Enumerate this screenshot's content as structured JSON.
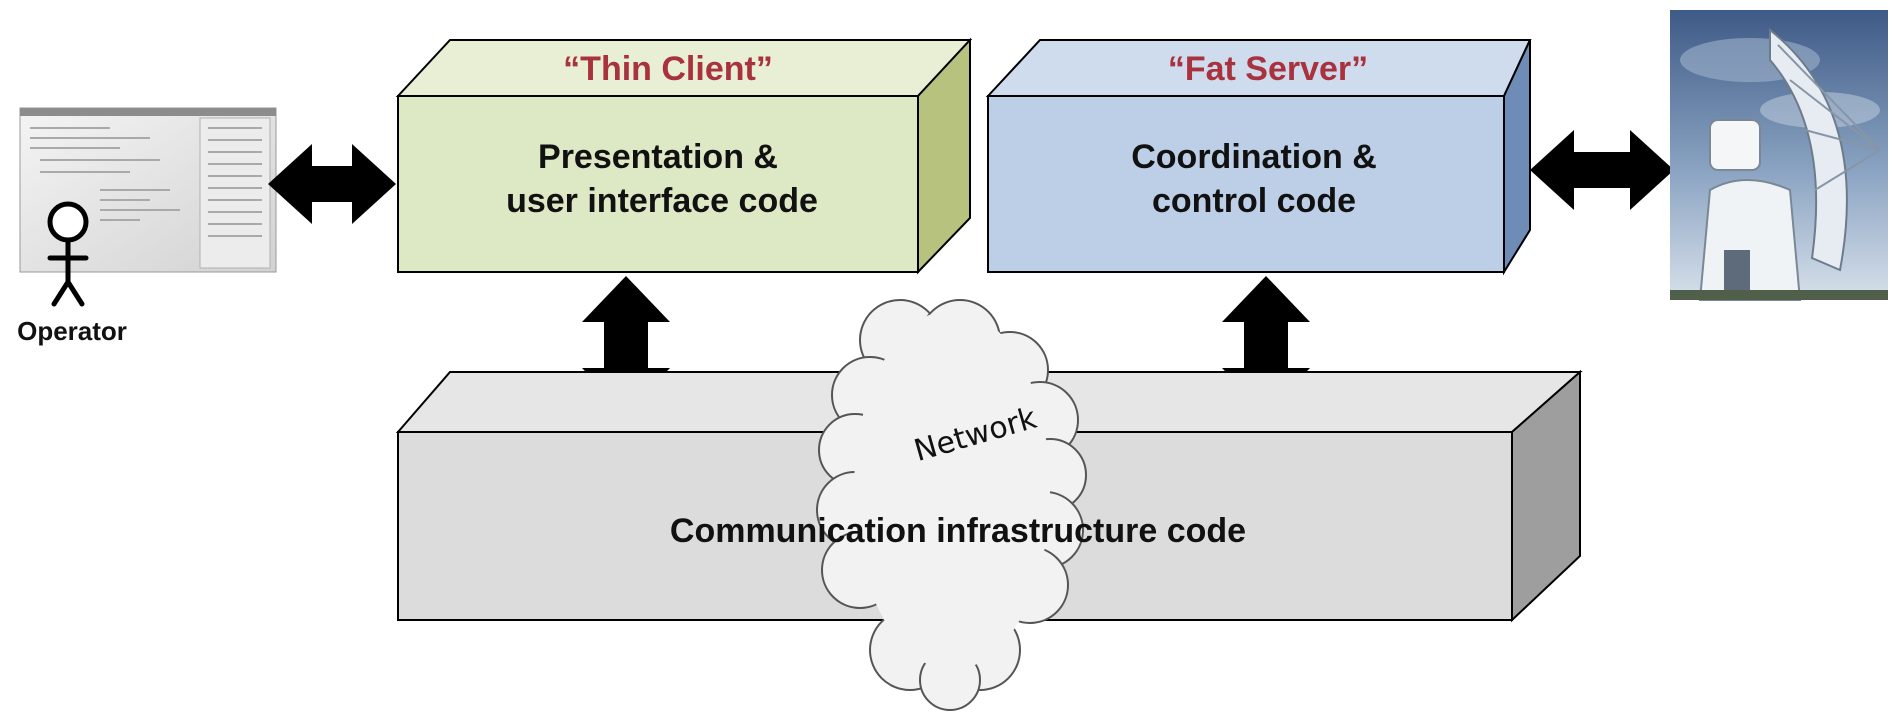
{
  "thin_client": {
    "role": "“Thin Client”",
    "line1": "Presentation &",
    "line2": "user interface code"
  },
  "fat_server": {
    "role": "“Fat Server”",
    "line1": "Coordination &",
    "line2": "control code"
  },
  "infrastructure": {
    "label": "Communication infrastructure code"
  },
  "network": {
    "label": "Network"
  },
  "operator": {
    "label": "Operator"
  },
  "colors": {
    "role_text": "#a8323e",
    "client_front": "#dde8c4",
    "server_front": "#bccfe6",
    "infra_front": "#dcdcdc",
    "arrow": "#000000"
  },
  "icons": {
    "operator": "stick-figure-icon",
    "screen": "computer-screen-icon",
    "telescope": "radio-telescope-icon"
  }
}
